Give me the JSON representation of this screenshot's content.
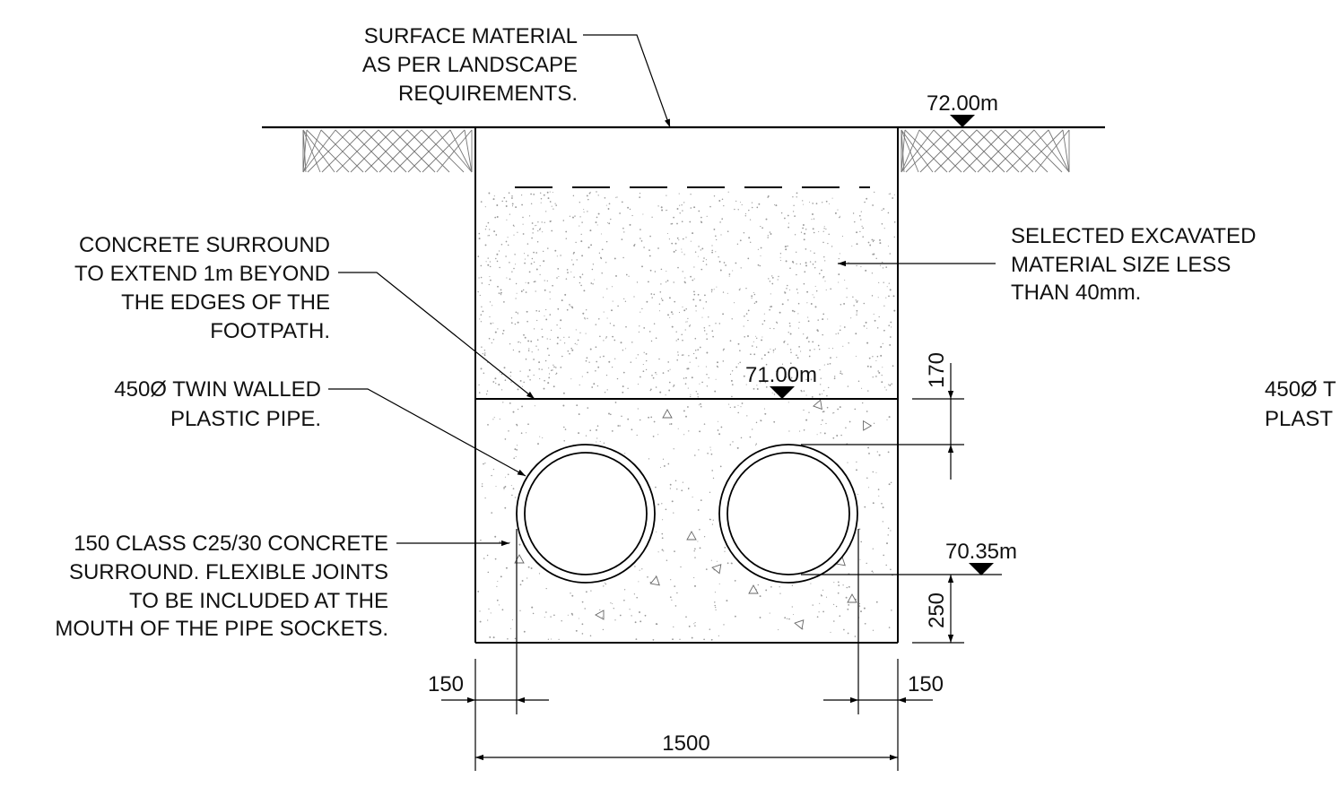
{
  "labels": {
    "surface_material": [
      "SURFACE MATERIAL",
      "AS PER LANDSCAPE",
      "REQUIREMENTS."
    ],
    "concrete_surround_extend": [
      "CONCRETE SURROUND",
      "TO EXTEND 1m BEYOND",
      "THE EDGES OF THE",
      "FOOTPATH."
    ],
    "pipe_label": [
      "450Ø TWIN WALLED",
      "PLASTIC PIPE."
    ],
    "concrete_spec": [
      "150 CLASS C25/30 CONCRETE",
      "SURROUND. FLEXIBLE JOINTS",
      "TO BE INCLUDED AT THE",
      "MOUTH OF THE PIPE SOCKETS."
    ],
    "backfill": [
      "SELECTED EXCAVATED",
      "MATERIAL SIZE LESS",
      "THAN 40mm."
    ],
    "cropped_pipe_label": [
      "450Ø T",
      "PLAST"
    ]
  },
  "levels": {
    "ground": "72.00m",
    "concrete_top": "71.00m",
    "invert": "70.35m"
  },
  "dimensions": {
    "cover_above_pipe": "170",
    "bedding_below_pipe": "250",
    "side_left": "150",
    "side_right": "150",
    "trench_width": "1500"
  },
  "colors": {
    "line": "#000000",
    "hatch": "#777777",
    "stipple": "#9a9a9a",
    "background": "#ffffff"
  }
}
